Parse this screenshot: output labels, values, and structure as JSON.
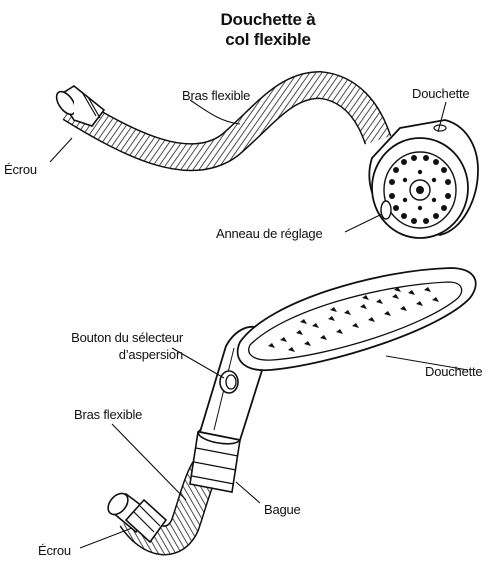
{
  "title": {
    "line1": "Douchette à",
    "line2": "col flexible"
  },
  "top_diagram": {
    "arm_label": "Bras flexible",
    "head_label": "Douchette",
    "nut_label": "Écrou",
    "ring_label": "Anneau de réglage"
  },
  "bottom_diagram": {
    "selector_label_line1": "Bouton du sélecteur",
    "selector_label_line2": "d’aspersion",
    "head_label": "Douchette",
    "arm_label": "Bras flexible",
    "collar_label": "Bague",
    "nut_label": "Écrou"
  }
}
